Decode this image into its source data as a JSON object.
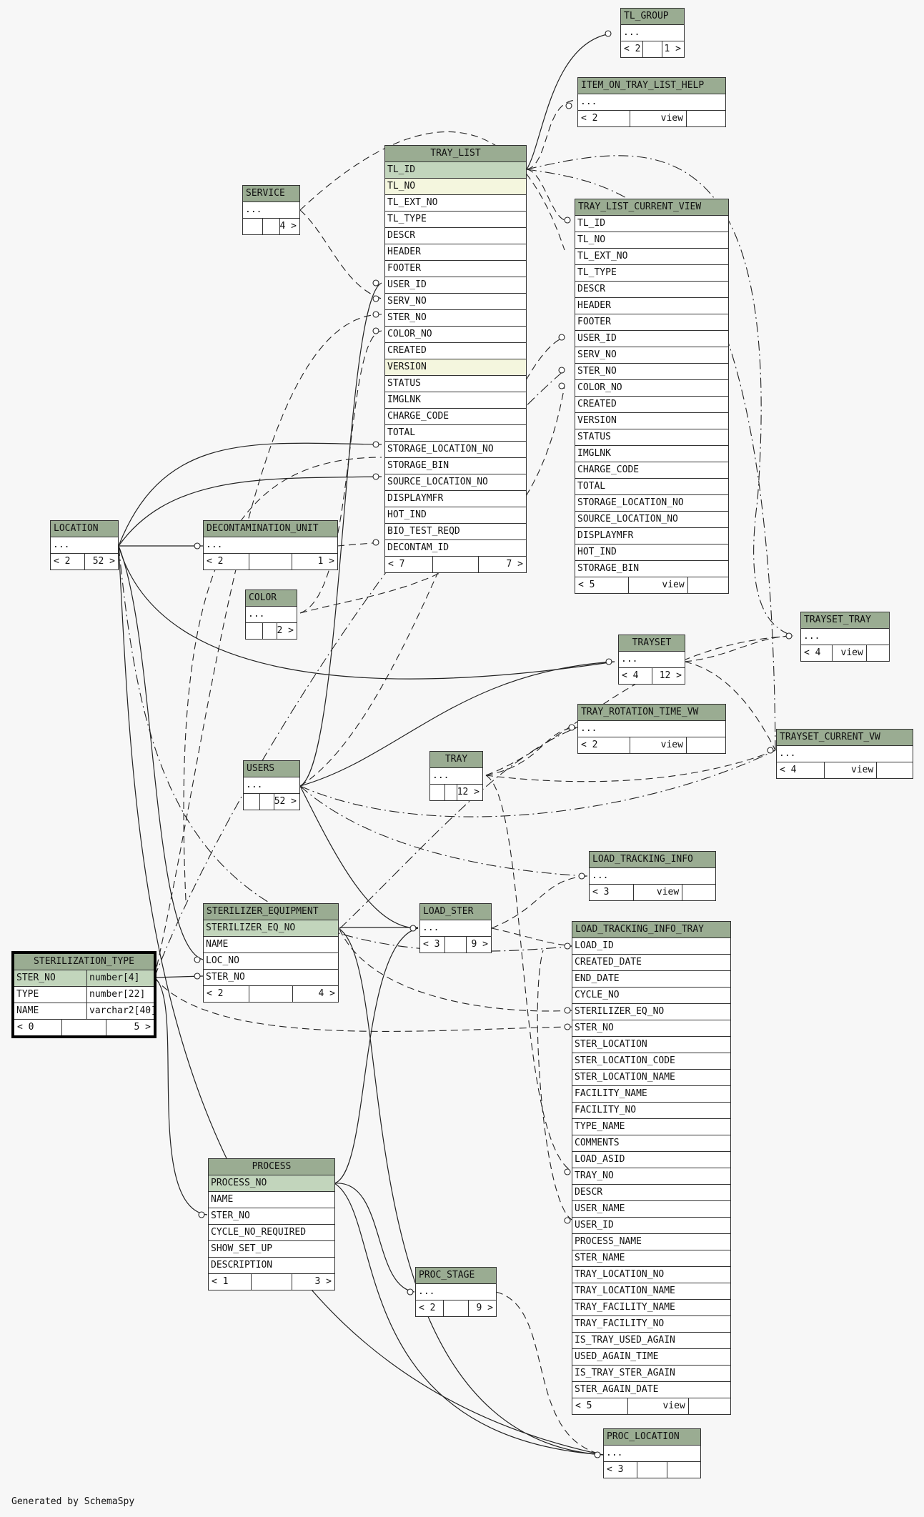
{
  "footer": "Generated by SchemaSpy",
  "tables": {
    "tl_group": {
      "name": "TL_GROUP",
      "rows": [
        "..."
      ],
      "left": "< 2",
      "right": "1 >"
    },
    "item_on_tray_list_help": {
      "name": "ITEM_ON_TRAY_LIST_HELP",
      "rows": [
        "..."
      ],
      "left": "< 2",
      "right": "view"
    },
    "tray_list": {
      "name": "TRAY_LIST",
      "rows": [
        "TL_ID",
        "TL_NO",
        "TL_EXT_NO",
        "TL_TYPE",
        "DESCR",
        "HEADER",
        "FOOTER",
        "USER_ID",
        "SERV_NO",
        "STER_NO",
        "COLOR_NO",
        "CREATED",
        "VERSION",
        "STATUS",
        "IMGLNK",
        "CHARGE_CODE",
        "TOTAL",
        "STORAGE_LOCATION_NO",
        "STORAGE_BIN",
        "SOURCE_LOCATION_NO",
        "DISPLAYMFR",
        "HOT_IND",
        "BIO_TEST_REQD",
        "DECONTAM_ID"
      ],
      "left": "< 7",
      "right": "7 >"
    },
    "service": {
      "name": "SERVICE",
      "rows": [
        "..."
      ],
      "left": "",
      "right": "4 >"
    },
    "tray_list_current_view": {
      "name": "TRAY_LIST_CURRENT_VIEW",
      "rows": [
        "TL_ID",
        "TL_NO",
        "TL_EXT_NO",
        "TL_TYPE",
        "DESCR",
        "HEADER",
        "FOOTER",
        "USER_ID",
        "SERV_NO",
        "STER_NO",
        "COLOR_NO",
        "CREATED",
        "VERSION",
        "STATUS",
        "IMGLNK",
        "CHARGE_CODE",
        "TOTAL",
        "STORAGE_LOCATION_NO",
        "SOURCE_LOCATION_NO",
        "DISPLAYMFR",
        "HOT_IND",
        "STORAGE_BIN"
      ],
      "left": "< 5",
      "right": "view"
    },
    "location": {
      "name": "LOCATION",
      "rows": [
        "..."
      ],
      "left": "< 2",
      "right": "52 >"
    },
    "decontamination_unit": {
      "name": "DECONTAMINATION_UNIT",
      "rows": [
        "..."
      ],
      "left": "< 2",
      "right": "1 >"
    },
    "color": {
      "name": "COLOR",
      "rows": [
        "..."
      ],
      "left": "",
      "right": "2 >"
    },
    "trayset_tray": {
      "name": "TRAYSET_TRAY",
      "rows": [
        "..."
      ],
      "left": "< 4",
      "right": "view"
    },
    "trayset": {
      "name": "TRAYSET",
      "rows": [
        "..."
      ],
      "left": "< 4",
      "right": "12 >"
    },
    "tray_rotation_time_vw": {
      "name": "TRAY_ROTATION_TIME_VW",
      "rows": [
        "..."
      ],
      "left": "< 2",
      "right": "view"
    },
    "tray": {
      "name": "TRAY",
      "rows": [
        "..."
      ],
      "left": "",
      "right": "12 >"
    },
    "trayset_current_vw": {
      "name": "TRAYSET_CURRENT_VW",
      "rows": [
        "..."
      ],
      "left": "< 4",
      "right": "view"
    },
    "users": {
      "name": "USERS",
      "rows": [
        "..."
      ],
      "left": "",
      "right": "52 >"
    },
    "load_tracking_info": {
      "name": "LOAD_TRACKING_INFO",
      "rows": [
        "..."
      ],
      "left": "< 3",
      "right": "view"
    },
    "sterilizer_equipment": {
      "name": "STERILIZER_EQUIPMENT",
      "rows": [
        "STERILIZER_EQ_NO",
        "NAME",
        "LOC_NO",
        "STER_NO"
      ],
      "left": "< 2",
      "right": "4 >"
    },
    "load_ster": {
      "name": "LOAD_STER",
      "rows": [
        "..."
      ],
      "left": "< 3",
      "right": "9 >"
    },
    "load_tracking_info_tray": {
      "name": "LOAD_TRACKING_INFO_TRAY",
      "rows": [
        "LOAD_ID",
        "CREATED_DATE",
        "END_DATE",
        "CYCLE_NO",
        "STERILIZER_EQ_NO",
        "STER_NO",
        "STER_LOCATION",
        "STER_LOCATION_CODE",
        "STER_LOCATION_NAME",
        "FACILITY_NAME",
        "FACILITY_NO",
        "TYPE_NAME",
        "COMMENTS",
        "LOAD_ASID",
        "TRAY_NO",
        "DESCR",
        "USER_NAME",
        "USER_ID",
        "PROCESS_NAME",
        "STER_NAME",
        "TRAY_LOCATION_NO",
        "TRAY_LOCATION_NAME",
        "TRAY_FACILITY_NAME",
        "TRAY_FACILITY_NO",
        "IS_TRAY_USED_AGAIN",
        "USED_AGAIN_TIME",
        "IS_TRAY_STER_AGAIN",
        "STER_AGAIN_DATE"
      ],
      "left": "< 5",
      "right": "view"
    },
    "sterilization_type": {
      "name": "STERILIZATION_TYPE",
      "rows": [
        [
          "STER_NO",
          "number[4]"
        ],
        [
          "TYPE",
          "number[22]"
        ],
        [
          "NAME",
          "varchar2[40]"
        ]
      ],
      "left": "< 0",
      "right": "5 >"
    },
    "process": {
      "name": "PROCESS",
      "rows": [
        "PROCESS_NO",
        "NAME",
        "STER_NO",
        "CYCLE_NO_REQUIRED",
        "SHOW_SET_UP",
        "DESCRIPTION"
      ],
      "left": "< 1",
      "right": "3 >"
    },
    "proc_stage": {
      "name": "PROC_STAGE",
      "rows": [
        "..."
      ],
      "left": "< 2",
      "right": "9 >"
    },
    "proc_location": {
      "name": "PROC_LOCATION",
      "rows": [
        "..."
      ],
      "left": "< 3",
      "right": ""
    }
  }
}
